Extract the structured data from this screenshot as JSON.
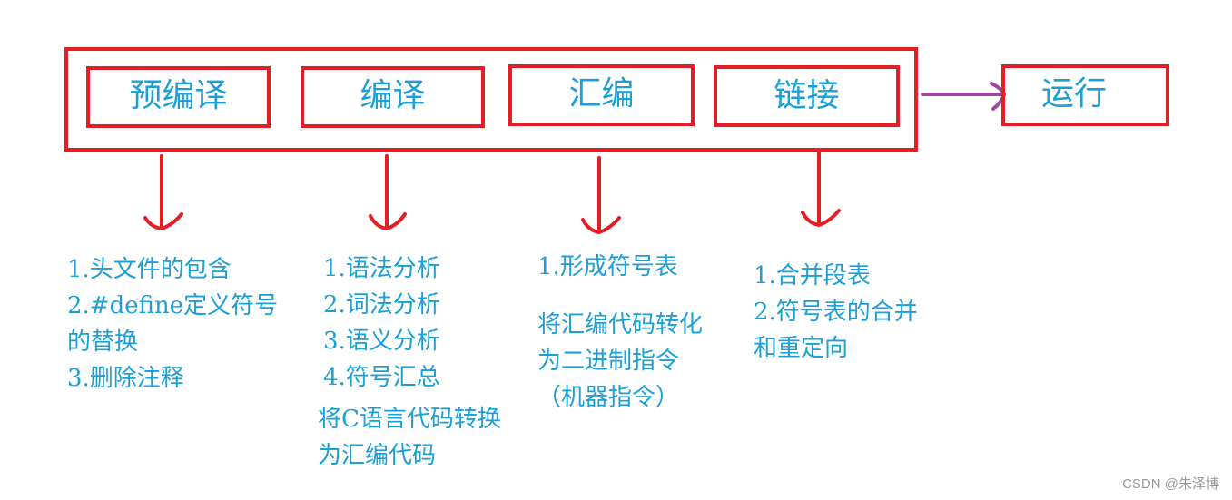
{
  "stages": {
    "preprocess": "预编译",
    "compile": "编译",
    "assemble": "汇编",
    "link": "链接",
    "run": "运行"
  },
  "notes": {
    "preprocess": [
      "1.头文件的包含",
      "2.#define定义符号",
      "的替换",
      "3.删除注释"
    ],
    "compile": [
      "1.语法分析",
      "2.词法分析",
      "3.语义分析",
      "4.符号汇总",
      "将C语言代码转换",
      "为汇编代码"
    ],
    "assemble": [
      "1.形成符号表",
      "将汇编代码转化",
      "为二进制指令",
      "（机器指令）"
    ],
    "link": [
      "1.合并段表",
      "2.符号表的合并",
      "和重定向"
    ]
  },
  "colors": {
    "box": "#e41e26",
    "text": "#1a9fd6",
    "run_arrow": "#a0449e"
  },
  "watermark": "CSDN @朱泽博"
}
